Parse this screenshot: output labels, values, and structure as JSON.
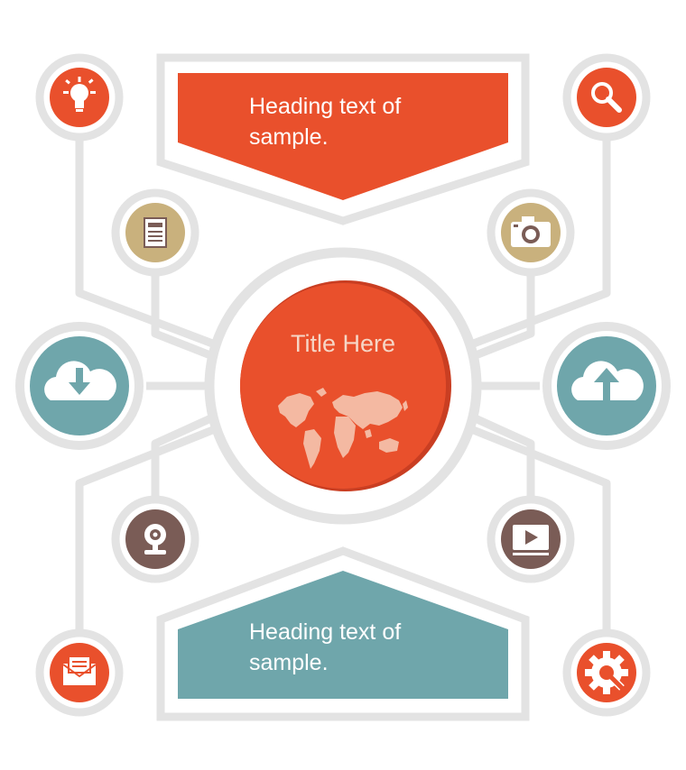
{
  "heading_top": {
    "line1": "Heading text of",
    "line2": "sample."
  },
  "heading_bottom": {
    "line1": "Heading text of",
    "line2": "sample."
  },
  "center": {
    "title": "Title Here"
  },
  "colors": {
    "orange": "#e9502c",
    "teal": "#6fa6ab",
    "tan": "#c9b17d",
    "brown": "#7a5c56",
    "frame": "#e3e3e3",
    "map": "#f4b9a2"
  },
  "icons": [
    "lightbulb-icon",
    "search-icon",
    "document-icon",
    "camera-icon",
    "cloud-download-icon",
    "cloud-upload-icon",
    "webcam-icon",
    "video-player-icon",
    "mail-icon",
    "gear-wrench-icon",
    "world-map-icon"
  ]
}
